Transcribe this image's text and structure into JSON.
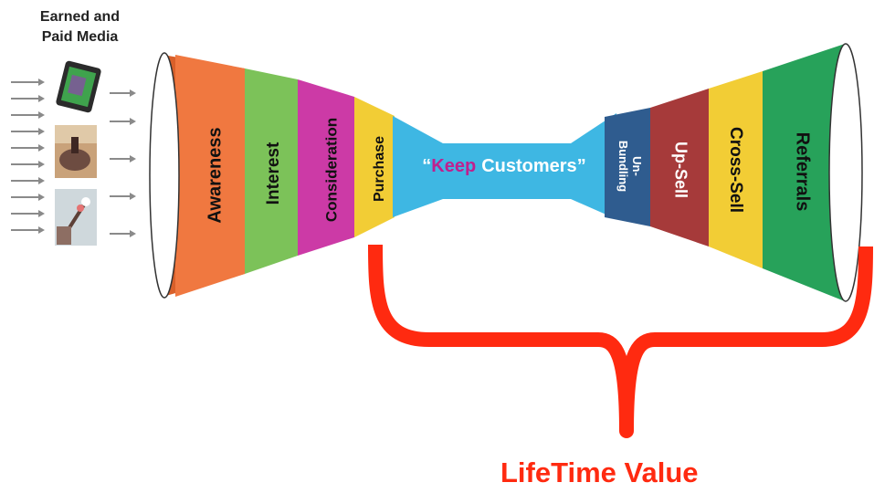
{
  "media": {
    "title_line1": "Earned and",
    "title_line2": "Paid Media",
    "thumbnails": [
      {
        "name": "tablet-thumbnail",
        "color": "#2e7d32"
      },
      {
        "name": "horse-rider-thumbnail",
        "color": "#8d6e63"
      },
      {
        "name": "hand-flowers-thumbnail",
        "color": "#b0bec5"
      }
    ]
  },
  "funnel_left": {
    "stages": [
      {
        "label": "Awareness",
        "color": "#f07840"
      },
      {
        "label": "Interest",
        "color": "#7cc259"
      },
      {
        "label": "Consideration",
        "color": "#cc3aa6"
      },
      {
        "label": "Purchase",
        "color": "#f2cd35"
      }
    ]
  },
  "keep_customers": {
    "open_quote": "“",
    "word1": "Keep",
    "word2": "Customers",
    "close_quote": "”",
    "color": "#3eb7e3",
    "quote_color": "#ffffff",
    "word1_color": "#c0208e",
    "word2_color": "#ffffff"
  },
  "funnel_right": {
    "stages": [
      {
        "label": "Un-",
        "label2": "Bundling",
        "color": "#2f5c8f"
      },
      {
        "label": "Up-Sell",
        "color": "#a63a3a"
      },
      {
        "label": "Cross-Sell",
        "color": "#f2cd35"
      },
      {
        "label": "Referrals",
        "color": "#27a25a"
      }
    ]
  },
  "lifetime_value": {
    "label": "LifeTime Value",
    "color": "#ff2a10"
  }
}
